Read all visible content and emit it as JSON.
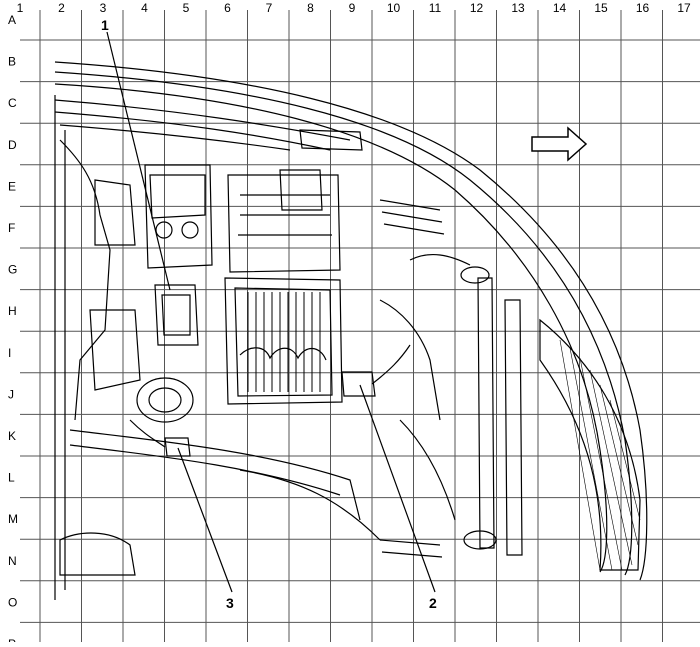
{
  "grid": {
    "columns": [
      "1",
      "2",
      "3",
      "4",
      "5",
      "6",
      "7",
      "8",
      "9",
      "10",
      "11",
      "12",
      "13",
      "14",
      "15",
      "16",
      "17"
    ],
    "rows": [
      "A",
      "B",
      "C",
      "D",
      "E",
      "F",
      "G",
      "H",
      "I",
      "J",
      "K",
      "L",
      "M",
      "N",
      "O",
      "P"
    ]
  },
  "callouts": [
    {
      "id": "1",
      "label": "1"
    },
    {
      "id": "2",
      "label": "2"
    },
    {
      "id": "3",
      "label": "3"
    }
  ],
  "colors": {
    "ink": "#000000",
    "grid": "#555555",
    "background": "#ffffff"
  },
  "icons": [
    "direction-arrow-icon"
  ]
}
